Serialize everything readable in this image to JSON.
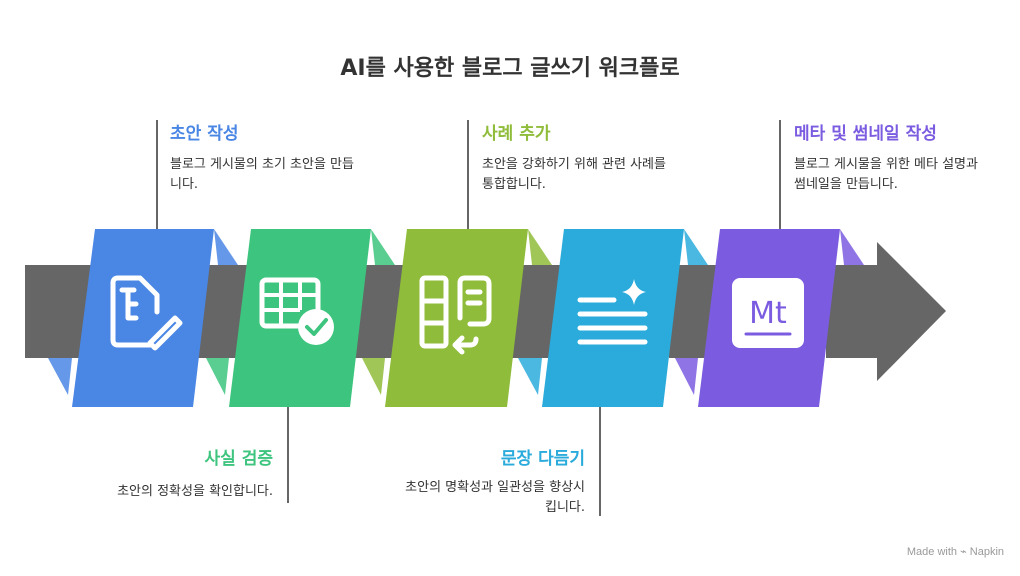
{
  "title": "AI를 사용한 블로그 글쓰기 워크플로",
  "steps": [
    {
      "heading": "초안 작성",
      "desc": "블로그 게시물의 초기 초안을 만듭니다.",
      "color": "#4a86e4",
      "icon": "document-edit-icon"
    },
    {
      "heading": "사실 검증",
      "desc": "초안의 정확성을 확인합니다.",
      "color": "#3dc47e",
      "icon": "table-check-icon"
    },
    {
      "heading": "사례 추가",
      "desc": "초안을 강화하기 위해 관련 사례를 통합합니다.",
      "color": "#8fbc3a",
      "icon": "columns-document-icon"
    },
    {
      "heading": "문장 다듬기",
      "desc": "초안의 명확성과 일관성을 향상시킵니다.",
      "color": "#2aabdb",
      "icon": "text-sparkle-icon"
    },
    {
      "heading": "메타 및 썸네일 작성",
      "desc": "블로그 게시물을 위한 메타 설명과 썸네일을 만듭니다.",
      "color": "#7b5ce0",
      "icon": "mt-text-icon"
    }
  ],
  "icon_text": "Mt",
  "footer": "Made with ⌁ Napkin"
}
